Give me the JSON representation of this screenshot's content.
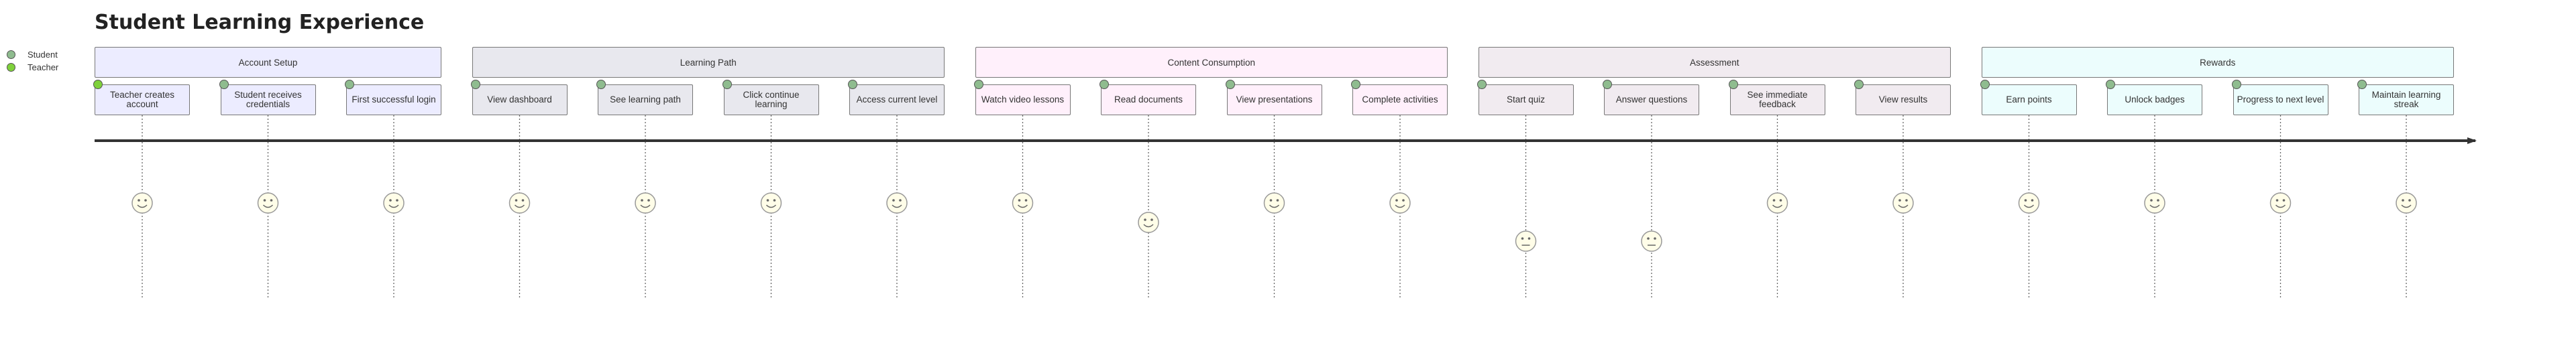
{
  "title": "Student Learning Experience",
  "colors": {
    "student_actor": "#8fbc8f",
    "teacher_actor": "#7fd13b",
    "timeline_axis": "#333333",
    "face_fill": "#fffde8",
    "face_stroke": "#999999"
  },
  "legend": [
    {
      "label": "Student",
      "color": "#8fbc8f"
    },
    {
      "label": "Teacher",
      "color": "#7fd13b"
    }
  ],
  "sections": [
    {
      "label": "Account Setup",
      "fill": "#ececff",
      "tasks": [
        {
          "label": "Teacher creates account",
          "score": 5,
          "actors": [
            "Teacher"
          ]
        },
        {
          "label": "Student receives credentials",
          "score": 5,
          "actors": [
            "Student"
          ]
        },
        {
          "label": "First successful login",
          "score": 5,
          "actors": [
            "Student"
          ]
        }
      ]
    },
    {
      "label": "Learning Path",
      "fill": "#e8e8ee",
      "tasks": [
        {
          "label": "View dashboard",
          "score": 5,
          "actors": [
            "Student"
          ]
        },
        {
          "label": "See learning path",
          "score": 5,
          "actors": [
            "Student"
          ]
        },
        {
          "label": "Click continue learning",
          "score": 5,
          "actors": [
            "Student"
          ]
        },
        {
          "label": "Access current level",
          "score": 5,
          "actors": [
            "Student"
          ]
        }
      ]
    },
    {
      "label": "Content Consumption",
      "fill": "#fff0fb",
      "tasks": [
        {
          "label": "Watch video lessons",
          "score": 5,
          "actors": [
            "Student"
          ]
        },
        {
          "label": "Read documents",
          "score": 4,
          "actors": [
            "Student"
          ]
        },
        {
          "label": "View presentations",
          "score": 5,
          "actors": [
            "Student"
          ]
        },
        {
          "label": "Complete activities",
          "score": 5,
          "actors": [
            "Student"
          ]
        }
      ]
    },
    {
      "label": "Assessment",
      "fill": "#f1ebf0",
      "tasks": [
        {
          "label": "Start quiz",
          "score": 3,
          "actors": [
            "Student"
          ]
        },
        {
          "label": "Answer questions",
          "score": 3,
          "actors": [
            "Student"
          ]
        },
        {
          "label": "See immediate feedback",
          "score": 5,
          "actors": [
            "Student"
          ]
        },
        {
          "label": "View results",
          "score": 5,
          "actors": [
            "Student"
          ]
        }
      ]
    },
    {
      "label": "Rewards",
      "fill": "#ecfdfd",
      "tasks": [
        {
          "label": "Earn points",
          "score": 5,
          "actors": [
            "Student"
          ]
        },
        {
          "label": "Unlock badges",
          "score": 5,
          "actors": [
            "Student"
          ]
        },
        {
          "label": "Progress to next level",
          "score": 5,
          "actors": [
            "Student"
          ]
        },
        {
          "label": "Maintain learning streak",
          "score": 5,
          "actors": [
            "Student"
          ]
        }
      ]
    }
  ]
}
